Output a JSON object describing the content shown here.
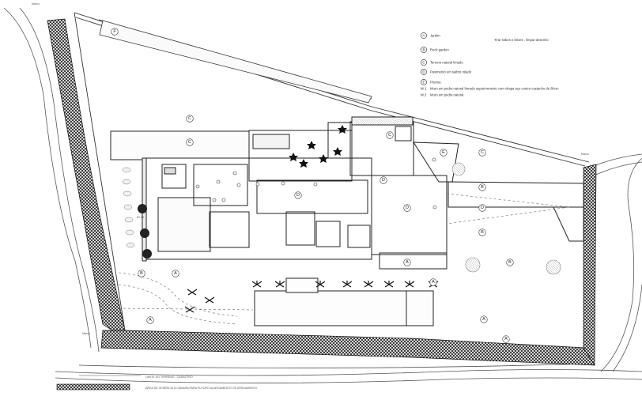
{
  "legend": [
    {
      "code": "A",
      "text": "Jardim"
    },
    {
      "code": "B",
      "text": "Rock garden"
    },
    {
      "code": "C",
      "text": "Terreno natural limado"
    },
    {
      "code": "D",
      "text": "Pavimento em saibro rolado"
    },
    {
      "code": "E",
      "text": "Piscina"
    },
    {
      "code": "M 1",
      "text": "Muro em pedra natural forrado superiormente com chapa aço corten castanho de 80cm"
    },
    {
      "code": "M 2",
      "text": "Muro em pedra natural"
    }
  ],
  "note": "Tirar sebes e brises , limpar desenho",
  "labels": {
    "north_left": "Marco",
    "east_marker": "Marco",
    "south_marker": "Marco",
    "bottom_line1": "LIMITE DO TERRENO - CADASTRO",
    "bottom_line2": "ÁREA DE CEDÊNCIA À CÂMARA PARA FUTURO ALARGAMENTO DE ARRUAMENTO",
    "level": "81.22"
  },
  "zones": [
    {
      "code": "F"
    },
    {
      "code": "C"
    },
    {
      "code": "C"
    },
    {
      "code": "C"
    },
    {
      "code": "D"
    },
    {
      "code": "D"
    },
    {
      "code": "D"
    },
    {
      "code": "D"
    },
    {
      "code": "A"
    },
    {
      "code": "A"
    },
    {
      "code": "A"
    },
    {
      "code": "A"
    },
    {
      "code": "A"
    },
    {
      "code": "A"
    },
    {
      "code": "B"
    },
    {
      "code": "B"
    },
    {
      "code": "B"
    },
    {
      "code": "B"
    },
    {
      "code": "E"
    },
    {
      "code": "C"
    }
  ]
}
